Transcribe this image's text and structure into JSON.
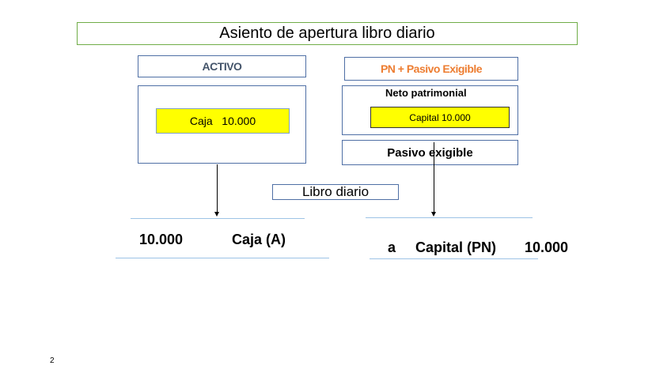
{
  "title": "Asiento de apertura libro diario",
  "activo": {
    "header": "ACTIVO",
    "item": "Caja   10.000"
  },
  "pasivo": {
    "header": "PN + Pasivo Exigible",
    "neto_label": "Neto patrimonial",
    "item": "Capital 10.000",
    "pasivo_label": "Pasivo exigible"
  },
  "libro_label": "Libro diario",
  "entry": {
    "debit_amount": "10.000",
    "debit_account": "Caja (A)",
    "prefix": "a",
    "credit_account": "Capital (PN)",
    "credit_amount": "10.000"
  },
  "page_number": "2",
  "colors": {
    "title_border": "#70ad47",
    "box_border": "#4f6fa5",
    "highlight": "#ffff00",
    "pn_header": "#ed7d31",
    "activo_header": "#44546a"
  }
}
